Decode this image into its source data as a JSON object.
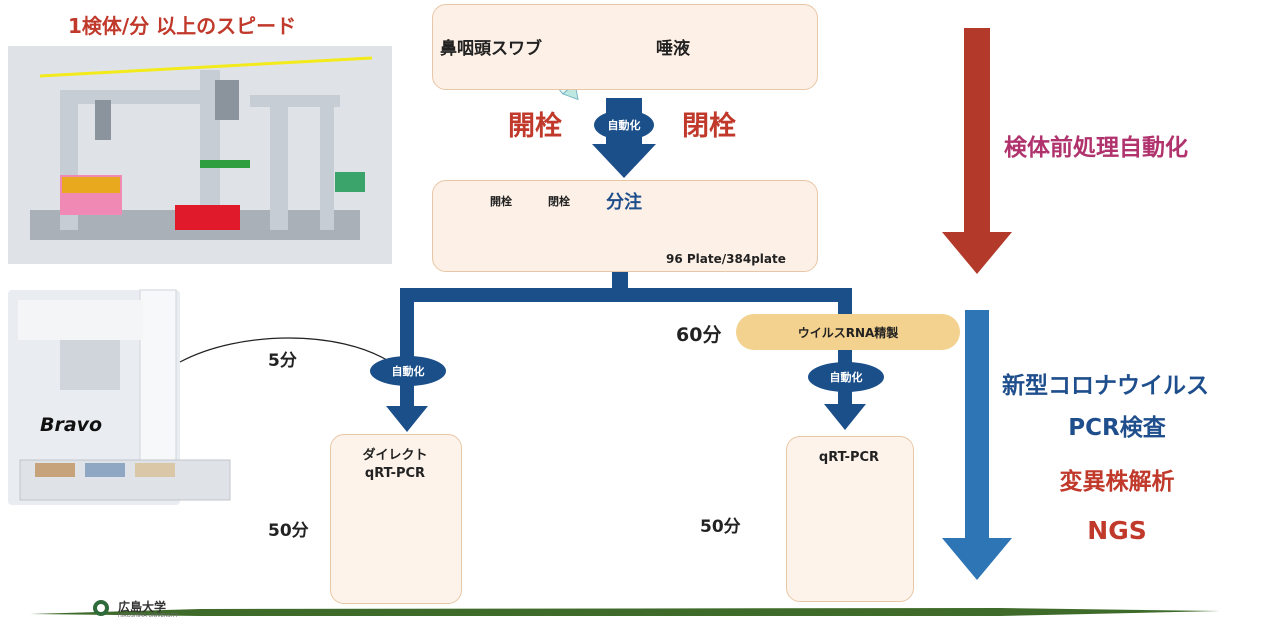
{
  "speed_title": "1検体/分 以上のスピード",
  "top_panel": {
    "swab_label": "鼻咽頭スワブ",
    "saliva_label": "唾液"
  },
  "uncap_label": "開栓",
  "cap_label": "閉栓",
  "automation_label": "自動化",
  "dispense_panel": {
    "tube_uncap_label": "開栓",
    "tube_cap_label": "閉栓",
    "dispense_label": "分注",
    "plate_label": "96 Plate/384plate"
  },
  "pretreatment_label": "検体前処理自動化",
  "rna_purification": {
    "label": "ウイルスRNA精製",
    "time": "60分"
  },
  "bravo": {
    "label": "Bravo",
    "time": "5分"
  },
  "left_pcr": {
    "label_line1": "ダイレクト",
    "label_line2": "qRT-PCR",
    "time": "50分"
  },
  "right_pcr": {
    "label": "qRT-PCR",
    "time": "50分"
  },
  "right_column": {
    "line1": "新型コロナウイルス",
    "line2": "PCR検査",
    "line3": "変異株解析",
    "line4": "NGS"
  },
  "footer": {
    "university": "広島大学",
    "university_en": "HIROSHIMA UNIVERSITY"
  },
  "colors": {
    "red": "#c0392b",
    "navy": "#1b4f8a",
    "magenta": "#b0336e",
    "panel_bg": "#fdf0e6",
    "pill": "#f3d18e",
    "blue_arrow": "#2e75b6",
    "red_arrow": "#b33a2a"
  }
}
